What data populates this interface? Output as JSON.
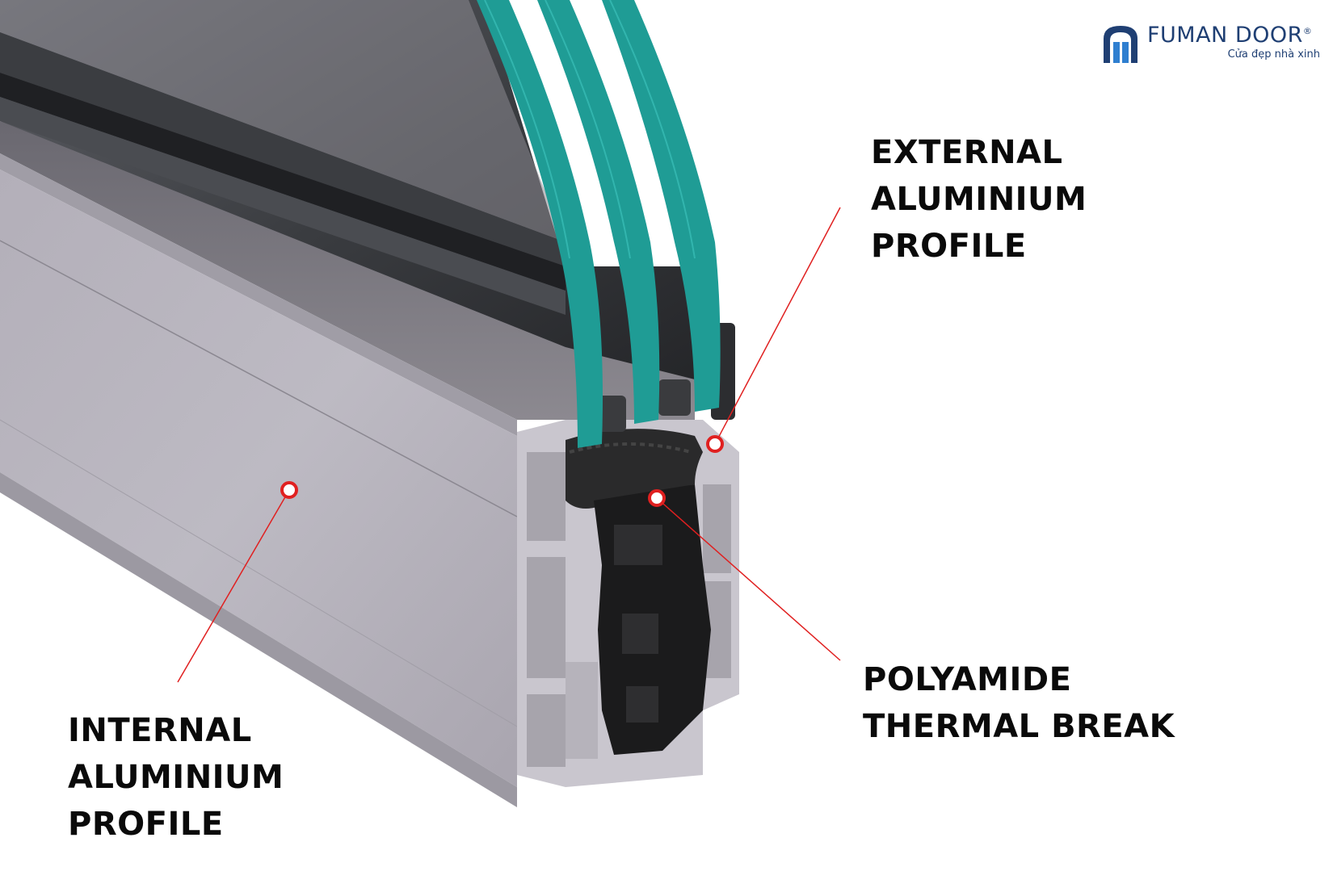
{
  "brand": {
    "name": "FUMAN DOOR",
    "registered_mark": "®",
    "tagline": "Cửa đẹp nhà xinh",
    "logo_icon": "door-arch-icon",
    "color": "#1f3f73"
  },
  "callouts": {
    "external": {
      "lines": [
        "EXTERNAL",
        "ALUMINIUM",
        "PROFILE"
      ]
    },
    "polyamide": {
      "lines": [
        "POLYAMIDE",
        "THERMAL BREAK"
      ]
    },
    "internal": {
      "lines": [
        "INTERNAL",
        "ALUMINIUM",
        "PROFILE"
      ]
    }
  },
  "colors": {
    "aluminium": "#b9b6bf",
    "aluminium_top": "#c9c6ce",
    "dark_frame": "#2c2e31",
    "glass": "#1f9c95",
    "thermal_break": "#1b1b1c",
    "callout_line": "#e02020",
    "label_text": "#0a0a0a"
  }
}
